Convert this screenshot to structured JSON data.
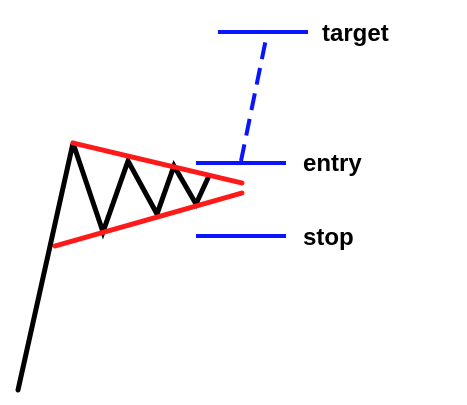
{
  "labels": {
    "target": "target",
    "entry": "entry",
    "stop": "stop"
  },
  "colors": {
    "price_line": "#000000",
    "pennant_line": "#ff1a1a",
    "level_line": "#0a14ff",
    "label_text": "#000000",
    "background": "#ffffff"
  }
}
